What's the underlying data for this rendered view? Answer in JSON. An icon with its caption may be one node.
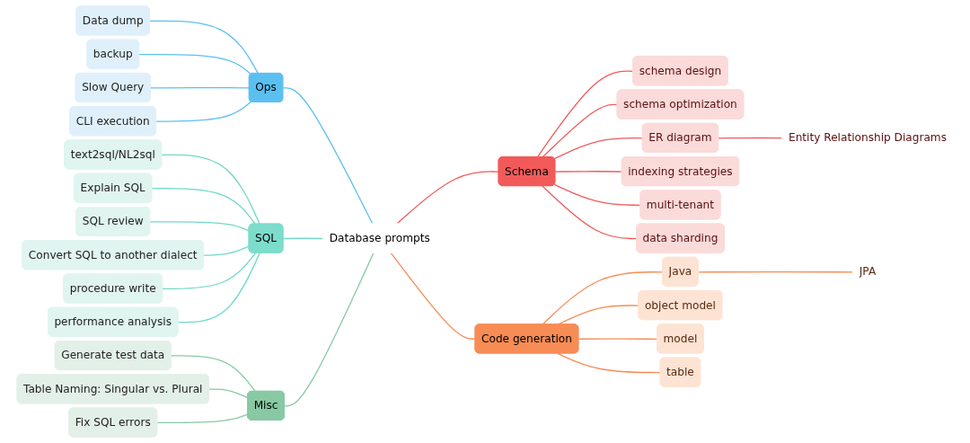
{
  "diagram": {
    "nodes": [
      {
        "text": [
          "Database prompts"
        ]
      },
      {
        "text": [
          "Ops"
        ]
      },
      {
        "text": [
          "Data dump"
        ]
      },
      {
        "text": [
          "backup"
        ]
      },
      {
        "text": [
          "Slow Query"
        ]
      },
      {
        "text": [
          "CLI execution"
        ]
      },
      {
        "text": [
          "SQL"
        ]
      },
      {
        "text": [
          "text2sql/NL2sql"
        ]
      },
      {
        "text": [
          "Explain SQL"
        ]
      },
      {
        "text": [
          "SQL review"
        ]
      },
      {
        "text": [
          "Convert SQL to another dialect"
        ]
      },
      {
        "text": [
          "procedure write"
        ]
      },
      {
        "text": [
          "performance analysis"
        ]
      },
      {
        "text": [
          "Misc"
        ]
      },
      {
        "text": [
          "Generate test data"
        ]
      },
      {
        "text": [
          "Table Naming: Singular vs. Plural"
        ]
      },
      {
        "text": [
          "Fix SQL errors"
        ]
      },
      {
        "text": [
          "Schema"
        ]
      },
      {
        "text": [
          "schema design"
        ]
      },
      {
        "text": [
          "schema optimization"
        ]
      },
      {
        "text": [
          "ER diagram"
        ]
      },
      {
        "text": [
          "Entity Relationship Diagrams"
        ]
      },
      {
        "text": [
          "indexing strategies"
        ]
      },
      {
        "text": [
          "multi-tenant"
        ]
      },
      {
        "text": [
          "data sharding"
        ]
      },
      {
        "text": [
          "Code generation"
        ]
      },
      {
        "text": [
          "Java"
        ]
      },
      {
        "text": [
          "JPA"
        ]
      },
      {
        "text": [
          "object model"
        ]
      },
      {
        "text": [
          "model"
        ]
      },
      {
        "text": [
          "table"
        ]
      }
    ],
    "edges": [
      {
        "from": 0,
        "to": 1,
        "arrow": "none",
        "color": "#5bc0f0"
      },
      {
        "from": 1,
        "to": 2,
        "arrow": "none",
        "color": "#5bc0f0"
      },
      {
        "from": 1,
        "to": 3,
        "arrow": "none",
        "color": "#5bc0f0"
      },
      {
        "from": 1,
        "to": 4,
        "arrow": "none",
        "color": "#5bc0f0"
      },
      {
        "from": 1,
        "to": 5,
        "arrow": "none",
        "color": "#5bc0f0"
      },
      {
        "from": 0,
        "to": 6,
        "arrow": "none",
        "color": "#6fd8c8"
      },
      {
        "from": 6,
        "to": 7,
        "arrow": "none",
        "color": "#6fd8c8"
      },
      {
        "from": 6,
        "to": 8,
        "arrow": "none",
        "color": "#6fd8c8"
      },
      {
        "from": 6,
        "to": 9,
        "arrow": "none",
        "color": "#6fd8c8"
      },
      {
        "from": 6,
        "to": 10,
        "arrow": "none",
        "color": "#6fd8c8"
      },
      {
        "from": 6,
        "to": 11,
        "arrow": "none",
        "color": "#6fd8c8"
      },
      {
        "from": 6,
        "to": 12,
        "arrow": "none",
        "color": "#6fd8c8"
      },
      {
        "from": 0,
        "to": 13,
        "arrow": "none",
        "color": "#88c9a4"
      },
      {
        "from": 13,
        "to": 14,
        "arrow": "none",
        "color": "#88c9a4"
      },
      {
        "from": 13,
        "to": 15,
        "arrow": "none",
        "color": "#88c9a4"
      },
      {
        "from": 13,
        "to": 16,
        "arrow": "none",
        "color": "#88c9a4"
      },
      {
        "from": 0,
        "to": 17,
        "arrow": "none",
        "color": "#f05a5a"
      },
      {
        "from": 17,
        "to": 18,
        "arrow": "none",
        "color": "#f05a5a"
      },
      {
        "from": 17,
        "to": 19,
        "arrow": "none",
        "color": "#f05a5a"
      },
      {
        "from": 17,
        "to": 20,
        "arrow": "none",
        "color": "#f05a5a"
      },
      {
        "from": 20,
        "to": 21,
        "arrow": "none",
        "color": "#f05a5a"
      },
      {
        "from": 17,
        "to": 22,
        "arrow": "none",
        "color": "#f05a5a"
      },
      {
        "from": 17,
        "to": 23,
        "arrow": "none",
        "color": "#f05a5a"
      },
      {
        "from": 17,
        "to": 24,
        "arrow": "none",
        "color": "#f05a5a"
      },
      {
        "from": 0,
        "to": 25,
        "arrow": "none",
        "color": "#f78c55"
      },
      {
        "from": 25,
        "to": 26,
        "arrow": "none",
        "color": "#f78c55"
      },
      {
        "from": 26,
        "to": 27,
        "arrow": "none",
        "color": "#f78c55"
      },
      {
        "from": 25,
        "to": 28,
        "arrow": "none",
        "color": "#f78c55"
      },
      {
        "from": 25,
        "to": 29,
        "arrow": "none",
        "color": "#f78c55"
      },
      {
        "from": 25,
        "to": 30,
        "arrow": "none",
        "color": "#f78c55"
      }
    ]
  }
}
